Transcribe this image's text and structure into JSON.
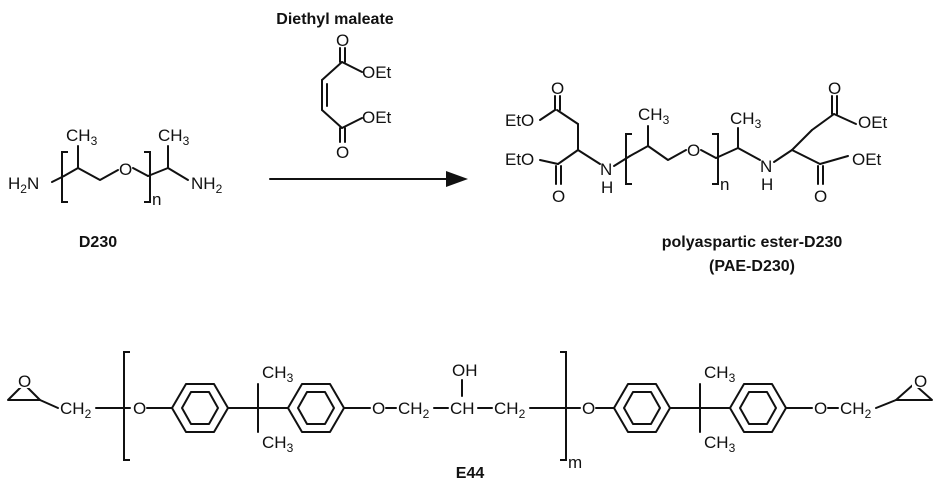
{
  "reagent": {
    "name": "Diethyl maleate",
    "ester_top": "OEt",
    "ester_bottom": "OEt",
    "o_top": "O",
    "o_bottom": "O"
  },
  "d230": {
    "label": "D230",
    "ch3_left": "CH3",
    "ch3_right": "CH3",
    "h2n": "H2N",
    "nh2": "NH2",
    "o": "O",
    "n": "n"
  },
  "pae": {
    "label_line1": "polyaspartic ester-D230",
    "label_line2": "(PAE-D230)",
    "eto_top": "EtO",
    "eto_mid": "EtO",
    "oet_top": "OEt",
    "oet_mid": "OEt",
    "o_carbonyl": "O",
    "ch3_left": "CH3",
    "ch3_right": "CH3",
    "nh": "N",
    "h": "H",
    "o_ether": "O",
    "n": "n"
  },
  "e44": {
    "label": "E44",
    "o_epoxide": "O",
    "ch2": "CH2",
    "o_link": "O",
    "ch3": "CH3",
    "oh": "OH",
    "ch": "CH",
    "m": "m"
  },
  "colors": {
    "ink": "#111111",
    "background": "#ffffff"
  }
}
